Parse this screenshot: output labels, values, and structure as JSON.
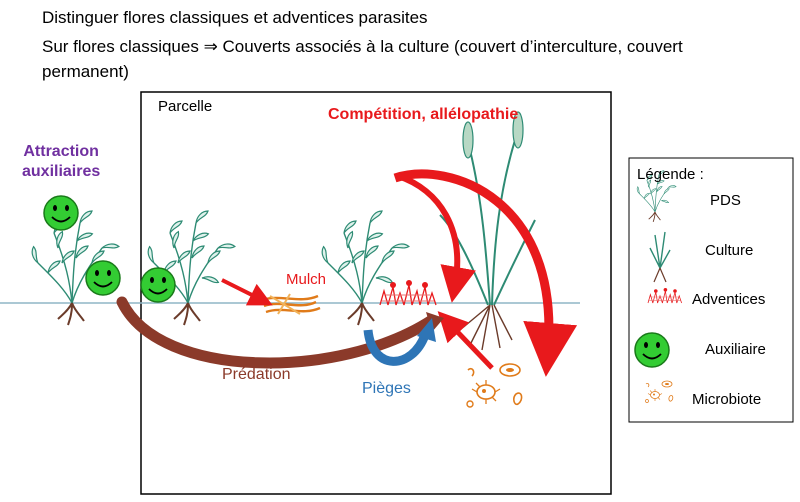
{
  "header": {
    "line1": "Distinguer flores classiques et adventices parasites",
    "line2": "Sur flores classiques ⇒ Couverts associés à la culture (couvert d’interculture, couvert",
    "line3": "permanent)"
  },
  "diagram": {
    "parcel_label": "Parcelle",
    "competition_label": "Compétition, allélopathie",
    "attraction_line1": "Attraction",
    "attraction_line2": "auxiliaires",
    "mulch_label": "Mulch",
    "predation_label": "Prédation",
    "pieges_label": "Pièges"
  },
  "legend": {
    "title": "Légende :",
    "items": [
      {
        "label": "PDS",
        "icon": "pds-plant-icon"
      },
      {
        "label": "Culture",
        "icon": "culture-plant-icon"
      },
      {
        "label": "Adventices",
        "icon": "weed-icon"
      },
      {
        "label": "Auxiliaire",
        "icon": "smiley-icon"
      },
      {
        "label": "Microbiote",
        "icon": "microbe-icon"
      }
    ]
  },
  "colors": {
    "red": "#e8191c",
    "brown": "#8b3a2a",
    "blue": "#2e75b6",
    "green_smiley": "#33cc33",
    "plant_teal": "#2e8b74",
    "purple": "#7030a0",
    "orange": "#e07b1a"
  }
}
